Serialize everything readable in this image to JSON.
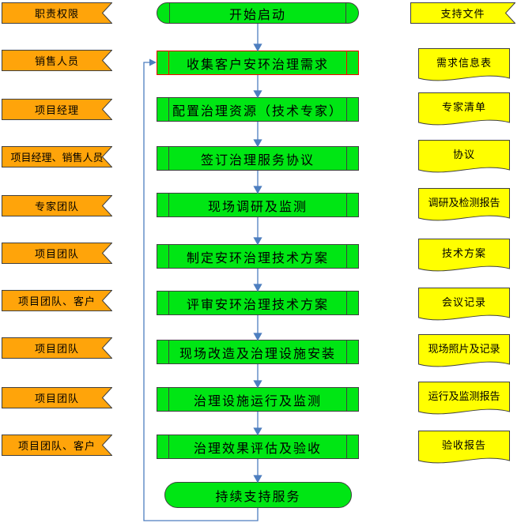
{
  "left_column": {
    "items": [
      "职责权限",
      "销售人员",
      "项目经理",
      "项目经理、销售人员",
      "专家团队",
      "项目团队",
      "项目团队、客户",
      "项目团队",
      "项目团队",
      "项目团队、客户"
    ]
  },
  "process_flow": {
    "start": "开始启动",
    "steps": [
      "收集客户安环治理需求",
      "配置治理资源（技术专家）",
      "签订治理服务协议",
      "现场调研及监测",
      "制定安环治理技术方案",
      "评审安环治理技术方案",
      "现场改造及治理设施安装",
      "治理设施运行及监测",
      "治理效果评估及验收"
    ],
    "end": "持续支持服务"
  },
  "right_column": {
    "header": "支持文件",
    "documents": [
      "需求信息表",
      "专家清单",
      "协议",
      "调研及检测报告",
      "技术方案",
      "会议记录",
      "现场照片及记录",
      "运行及监测报告",
      "验收报告"
    ]
  },
  "colors": {
    "process_fill": "#00E614",
    "role_fill": "#FFA40A",
    "document_fill": "#FFFF00",
    "shape_border": "#404040",
    "highlight_border": "#FF0000",
    "connector": "#4D7EBF"
  }
}
